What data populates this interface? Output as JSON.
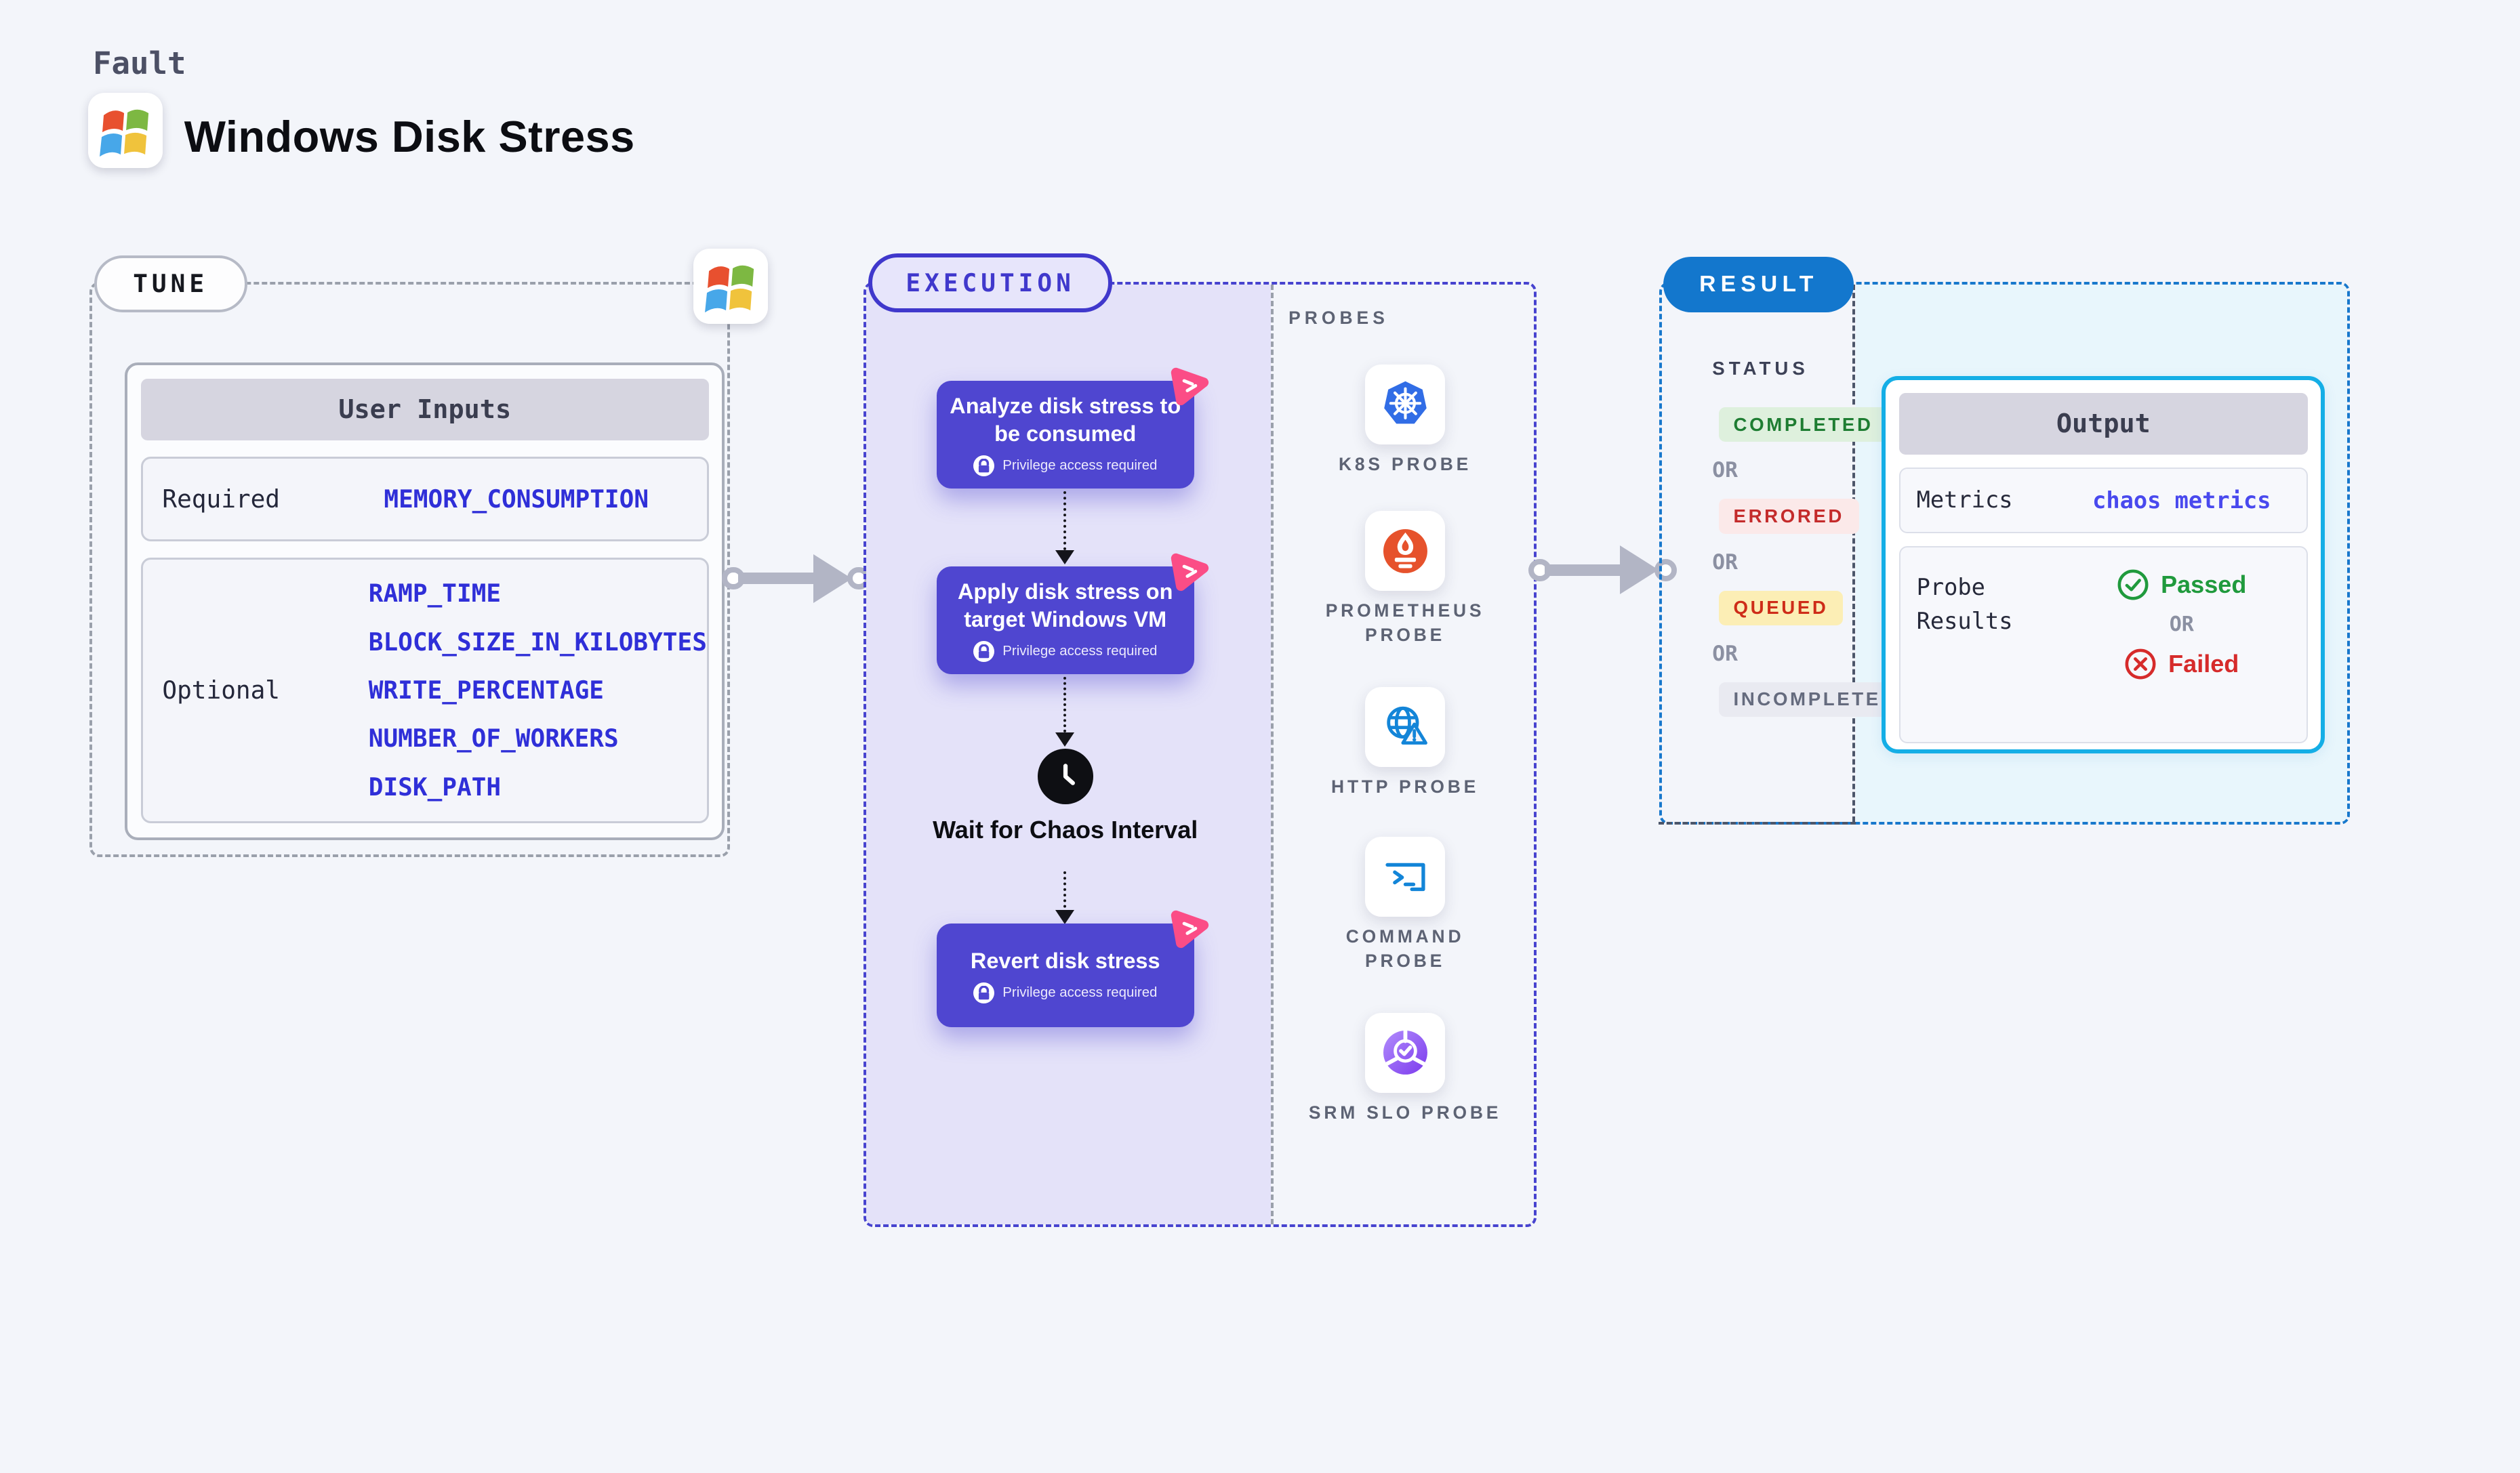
{
  "header": {
    "kicker": "Fault",
    "title": "Windows Disk Stress"
  },
  "tune": {
    "label": "TUNE",
    "user_inputs": {
      "title": "User Inputs",
      "required_label": "Required",
      "required_values": [
        "MEMORY_CONSUMPTION"
      ],
      "optional_label": "Optional",
      "optional_values": [
        "RAMP_TIME",
        "BLOCK_SIZE_IN_KILOBYTES",
        "WRITE_PERCENTAGE",
        "NUMBER_OF_WORKERS",
        "DISK_PATH"
      ]
    }
  },
  "execution": {
    "label": "EXECUTION",
    "steps": [
      {
        "title": "Analyze disk stress to be consumed",
        "badge": "Privilege access required"
      },
      {
        "title": "Apply disk stress on target Windows VM",
        "badge": "Privilege access required"
      },
      {
        "title": "Revert disk stress",
        "badge": "Privilege access required"
      }
    ],
    "wait_label": "Wait for Chaos Interval",
    "probes": {
      "label": "PROBES",
      "items": [
        {
          "name": "K8S PROBE",
          "icon": "kubernetes-icon"
        },
        {
          "name": "PROMETHEUS PROBE",
          "icon": "prometheus-icon"
        },
        {
          "name": "HTTP PROBE",
          "icon": "http-globe-icon"
        },
        {
          "name": "COMMAND PROBE",
          "icon": "terminal-icon"
        },
        {
          "name": "SRM SLO PROBE",
          "icon": "slo-gauge-icon"
        }
      ]
    }
  },
  "result": {
    "label": "RESULT",
    "status": {
      "label": "STATUS",
      "or": "OR",
      "badges": [
        {
          "text": "COMPLETED",
          "fg": "#1e7d32",
          "bg": "#def0dd"
        },
        {
          "text": "ERRORED",
          "fg": "#c42b2b",
          "bg": "#fbe9e9"
        },
        {
          "text": "QUEUED",
          "fg": "#ce2c18",
          "bg": "#fceeb5"
        },
        {
          "text": "INCOMPLETED",
          "fg": "#656b7e",
          "bg": "#e9eaf1"
        }
      ]
    },
    "output": {
      "title": "Output",
      "metrics_label": "Metrics",
      "metrics_value": "chaos metrics",
      "probe_results_label": "Probe Results",
      "passed": "Passed",
      "or": "OR",
      "failed": "Failed"
    }
  },
  "colors": {
    "accent_indigo": "#4f46d0",
    "accent_blue": "#1377cd",
    "accent_cyan": "#14aee6",
    "flow_bg": "#e4e2f9",
    "pink_chaos": "#fb4d86"
  }
}
